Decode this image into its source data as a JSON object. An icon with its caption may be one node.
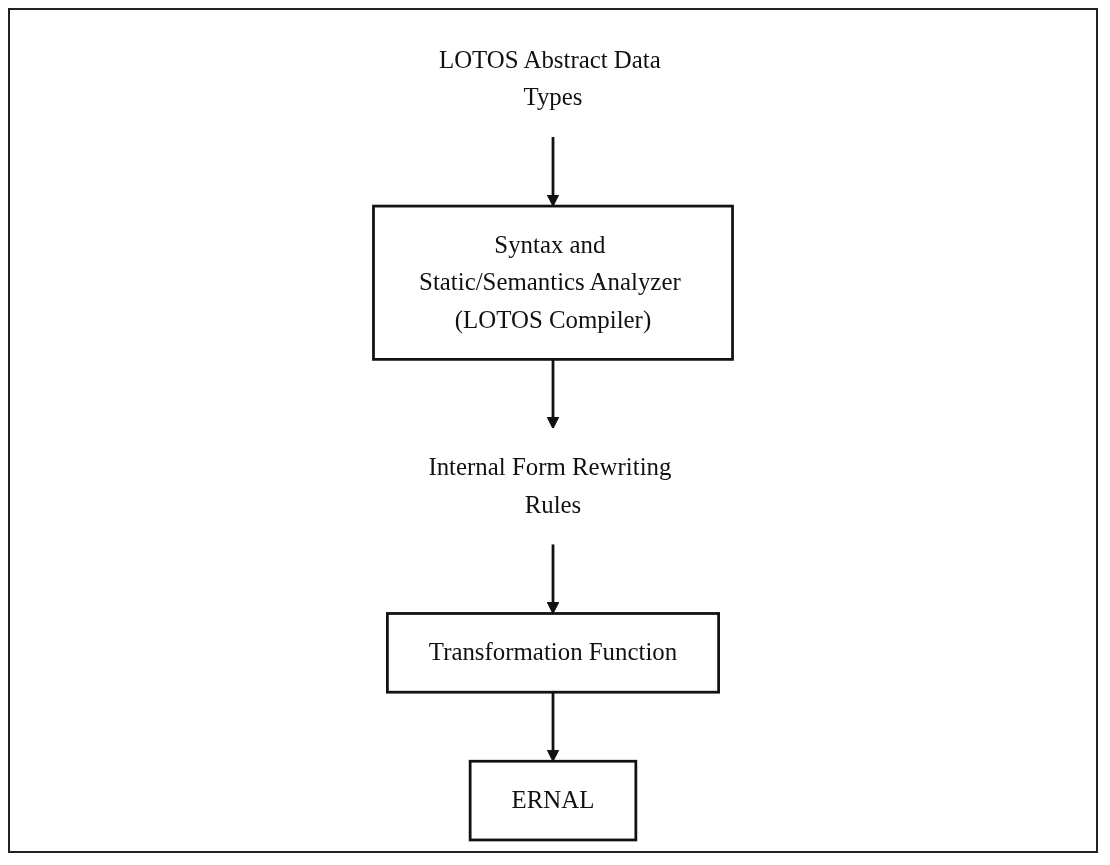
{
  "diagram": {
    "nodes": [
      {
        "text": [
          "LOTOS Abstract Data Types"
        ]
      },
      {
        "text": [
          "Syntax and Static/Semantics Analyzer (LOTOS Compiler)"
        ]
      },
      {
        "text": [
          "Internal Form Rewriting Rules"
        ]
      },
      {
        "text": [
          "Transformation Function"
        ]
      },
      {
        "text": [
          "ERNAL"
        ]
      }
    ],
    "edges": [
      {
        "from": 0,
        "to": 1,
        "arrow": "to"
      },
      {
        "from": 1,
        "to": 2,
        "arrow": "to"
      },
      {
        "from": 2,
        "to": 3,
        "arrow": "to"
      },
      {
        "from": 3,
        "to": 4,
        "arrow": "to"
      }
    ]
  }
}
